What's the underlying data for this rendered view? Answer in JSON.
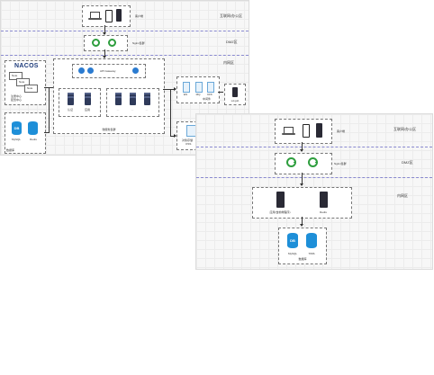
{
  "left_diagram": {
    "zones": {
      "internet": "互联网/办公区",
      "dmz": "DMZ区",
      "intranet": "内网区"
    },
    "client_label": "客户端",
    "nginx_label": "Nginx集群",
    "nacos": {
      "logo": "NACOS",
      "notes": [
        "Note",
        "Note",
        "Note"
      ],
      "label_line1": "注册中心",
      "label_line2": "配置中心"
    },
    "gateway_label": "API Gateway",
    "services": [
      "认证",
      "应用",
      "…",
      "…",
      "…"
    ],
    "service_cluster_label": "微服务集群",
    "database_group": {
      "items": [
        "MySQL",
        "Redis"
      ],
      "label": "数据库"
    },
    "middleware": {
      "items": [
        "ES",
        "MQ",
        "KFK"
      ],
      "label": "中间件"
    },
    "worker_label": "xxl-job",
    "storage_label_line1": "对象存储",
    "storage_label_line2": "OSS"
  },
  "right_diagram": {
    "zones": {
      "internet": "互联网/办公区",
      "dmz": "DMZ区",
      "intranet": "内网区"
    },
    "client_label": "客户端",
    "nginx_label": "Nginx集群",
    "app_servers": [
      "应用(含前端程序)",
      "Redis"
    ],
    "database_group": {
      "items": [
        "MySQL",
        "TiMS"
      ],
      "label": "数据库"
    }
  },
  "colors": {
    "accent_blue": "#1e8fd8",
    "nginx_green": "#2e9e3e",
    "zone_line": "#8a8ad0"
  }
}
